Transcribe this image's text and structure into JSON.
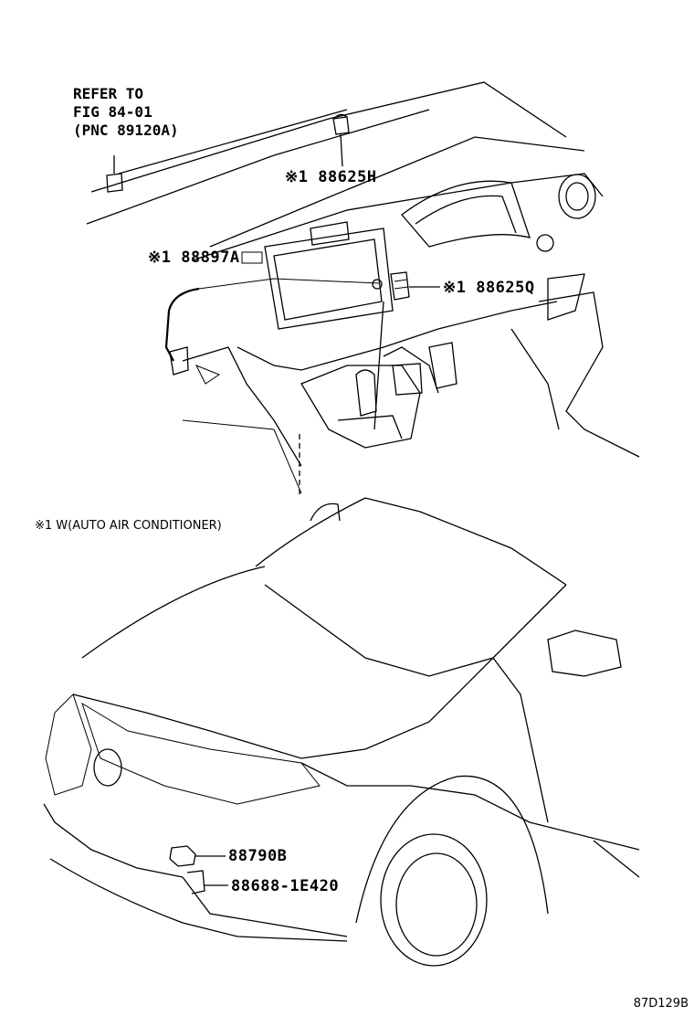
{
  "refer": {
    "line1": "REFER TO",
    "line2": "FIG 84-01",
    "line3": "(PNC 89120A)"
  },
  "parts": {
    "p1": "※1 88625H",
    "p2": "※1 88897A",
    "p3": "※1 88625Q",
    "p4": "88790B",
    "p5": "88688-1E420"
  },
  "note": "※1 W(AUTO AIR CONDITIONER)",
  "diagram_code": "87D129B"
}
